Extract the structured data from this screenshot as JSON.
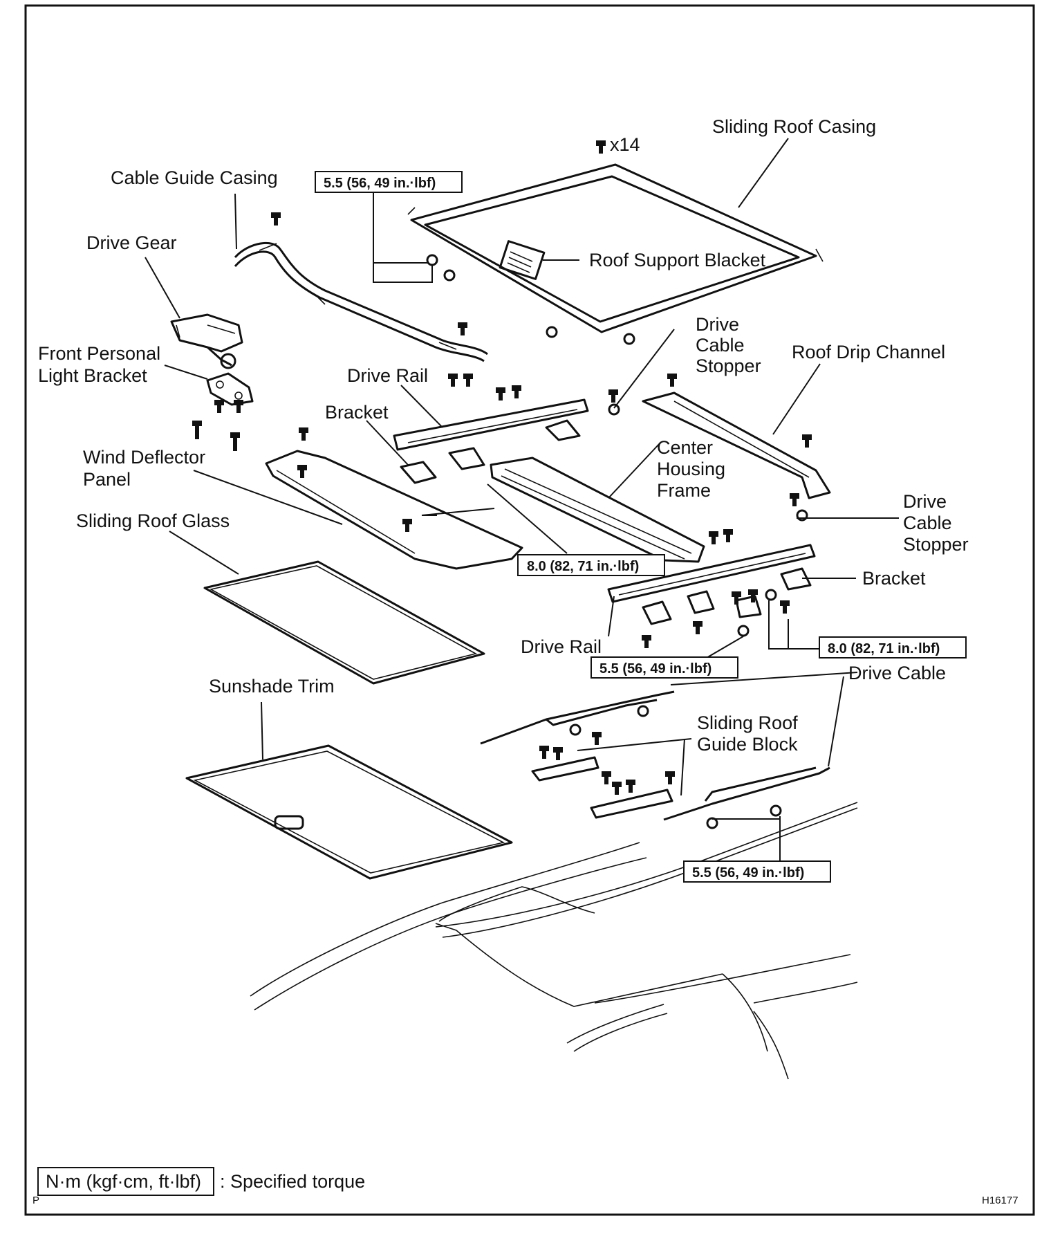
{
  "labels": {
    "sliding_roof_casing": "Sliding Roof Casing",
    "cable_guide_casing": "Cable Guide Casing",
    "drive_gear": "Drive Gear",
    "roof_support_blacket": "Roof Support Blacket",
    "front_personal_light_bracket_1": "Front Personal",
    "front_personal_light_bracket_2": "Light Bracket",
    "drive_cable_stopper_top_1": "Drive",
    "drive_cable_stopper_top_2": "Cable",
    "drive_cable_stopper_top_3": "Stopper",
    "roof_drip_channel": "Roof Drip Channel",
    "drive_rail_top": "Drive Rail",
    "bracket_left": "Bracket",
    "center_housing_frame_1": "Center",
    "center_housing_frame_2": "Housing",
    "center_housing_frame_3": "Frame",
    "wind_deflector_panel_1": "Wind Deflector",
    "wind_deflector_panel_2": "Panel",
    "sliding_roof_glass": "Sliding Roof Glass",
    "drive_cable_stopper_right_1": "Drive",
    "drive_cable_stopper_right_2": "Cable",
    "drive_cable_stopper_right_3": "Stopper",
    "bracket_right": "Bracket",
    "drive_rail_bottom": "Drive Rail",
    "drive_cable": "Drive Cable",
    "sunshade_trim": "Sunshade Trim",
    "sliding_roof_guide_block_1": "Sliding Roof",
    "sliding_roof_guide_block_2": "Guide Block",
    "bolt_count": "x14"
  },
  "torque_boxes": {
    "t1": "5.5 (56, 49 in.·lbf)",
    "t2": "8.0 (82, 71 in.·lbf)",
    "t3": "8.0 (82, 71 in.·lbf)",
    "t4": "5.5 (56, 49 in.·lbf)",
    "t5": "5.5 (56, 49 in.·lbf)"
  },
  "legend": {
    "unit_box": "N·m (kgf·cm, ft·lbf)",
    "meaning": ": Specified torque",
    "page_mark": "P"
  },
  "figure_code": "H16177"
}
